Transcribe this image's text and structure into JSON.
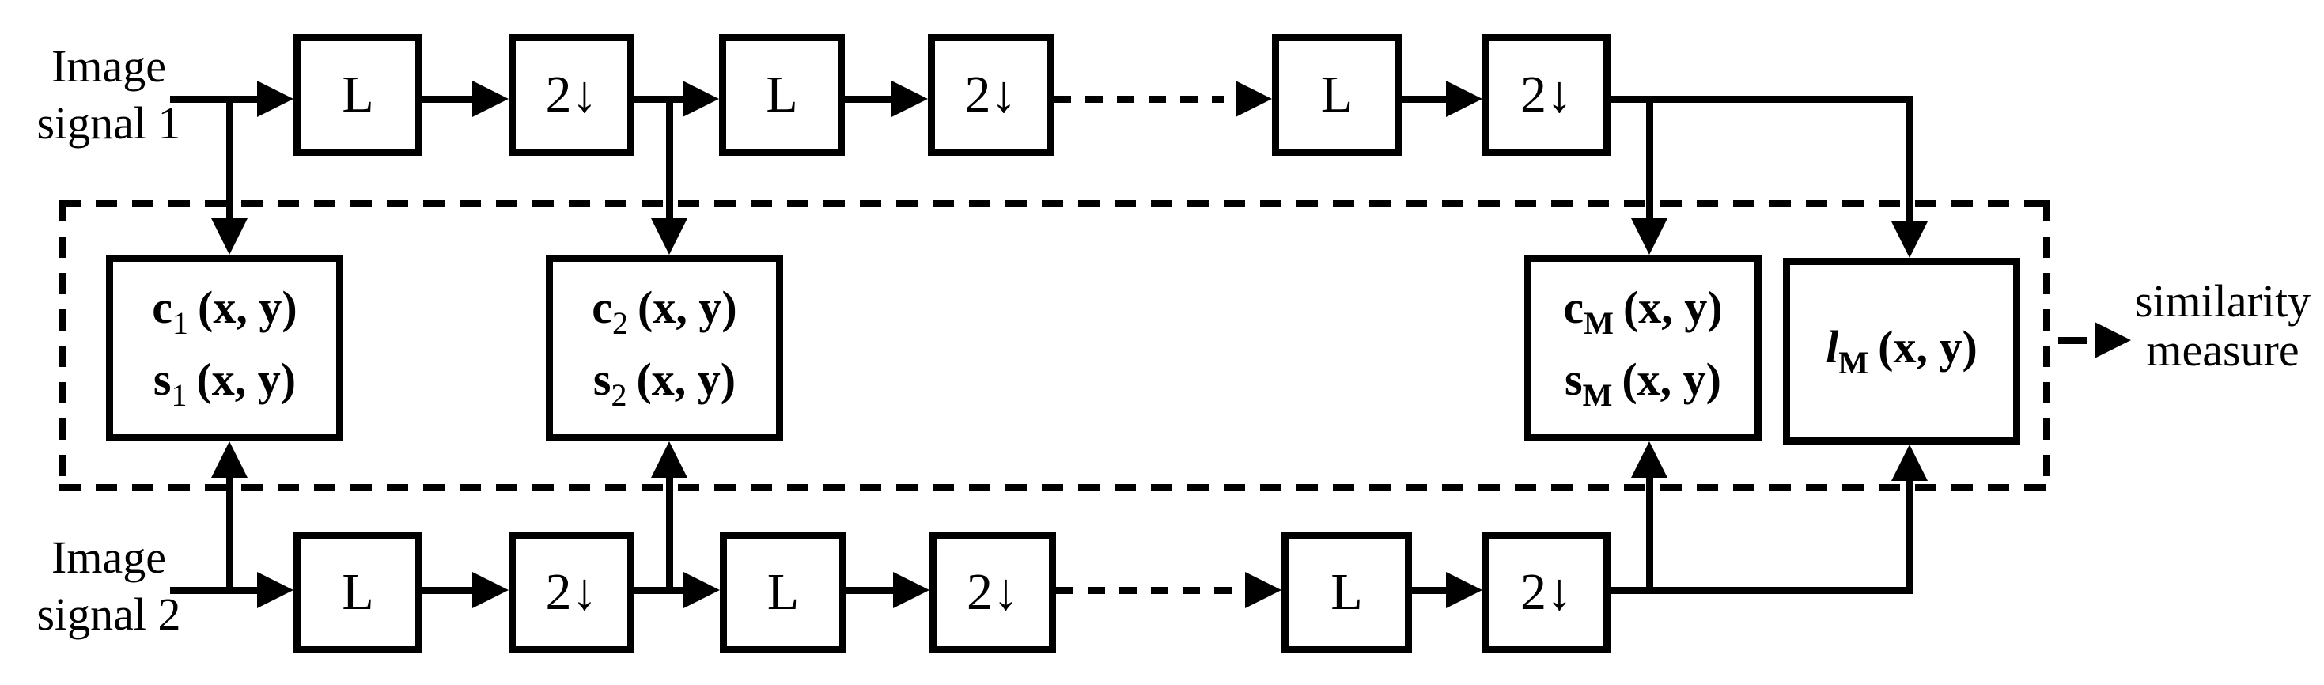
{
  "colors": {
    "ink": "#000000",
    "background": "#ffffff"
  },
  "inputs": {
    "signal1": {
      "line1": "Image",
      "line2": "signal 1"
    },
    "signal2": {
      "line1": "Image",
      "line2": "signal 2"
    }
  },
  "filters": {
    "lowpass": "L",
    "downsample": "2↓"
  },
  "stages": {
    "stage1": {
      "c_base": "c",
      "c_sub": "1",
      "c_args": "(x, y)",
      "s_base": "s",
      "s_sub": "1",
      "s_args": "(x, y)"
    },
    "stage2": {
      "c_base": "c",
      "c_sub": "2",
      "c_args": "(x, y)",
      "s_base": "s",
      "s_sub": "2",
      "s_args": "(x, y)"
    },
    "stageM": {
      "c_base": "c",
      "c_sub": "M",
      "c_args": "(x, y)",
      "s_base": "s",
      "s_sub": "M",
      "s_args": "(x, y)"
    },
    "luminanceM": {
      "base": "l",
      "sub": "M",
      "args": "(x, y)"
    }
  },
  "output": {
    "line1": "similarity",
    "line2": "measure"
  }
}
